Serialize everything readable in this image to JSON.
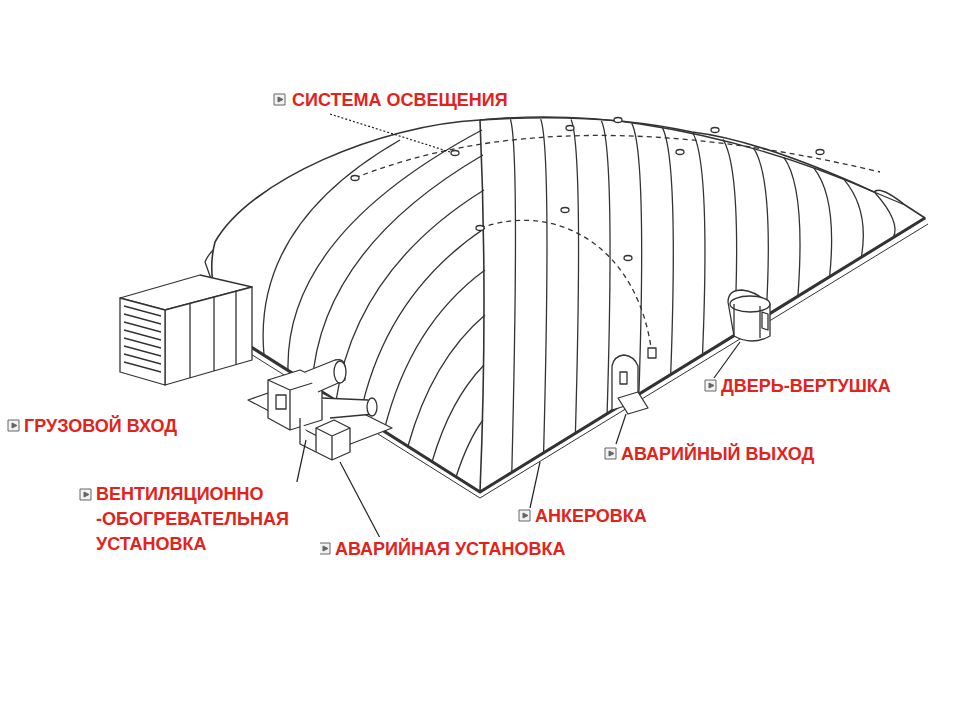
{
  "diagram": {
    "labels": [
      "СИСТЕМА ОСВЕЩЕНИЯ",
      "ГРУЗОВОЙ ВХОД",
      "ВЕНТИЛЯЦИОННО -ОБОГРЕВАТЕЛЬНАЯ УСТАНОВКА",
      "АВАРИЙНАЯ УСТАНОВКА",
      "АНКЕРОВКА",
      "АВАРИЙНЫЙ ВЫХОД",
      "ДВЕРЬ-ВЕРТУШКА"
    ]
  }
}
